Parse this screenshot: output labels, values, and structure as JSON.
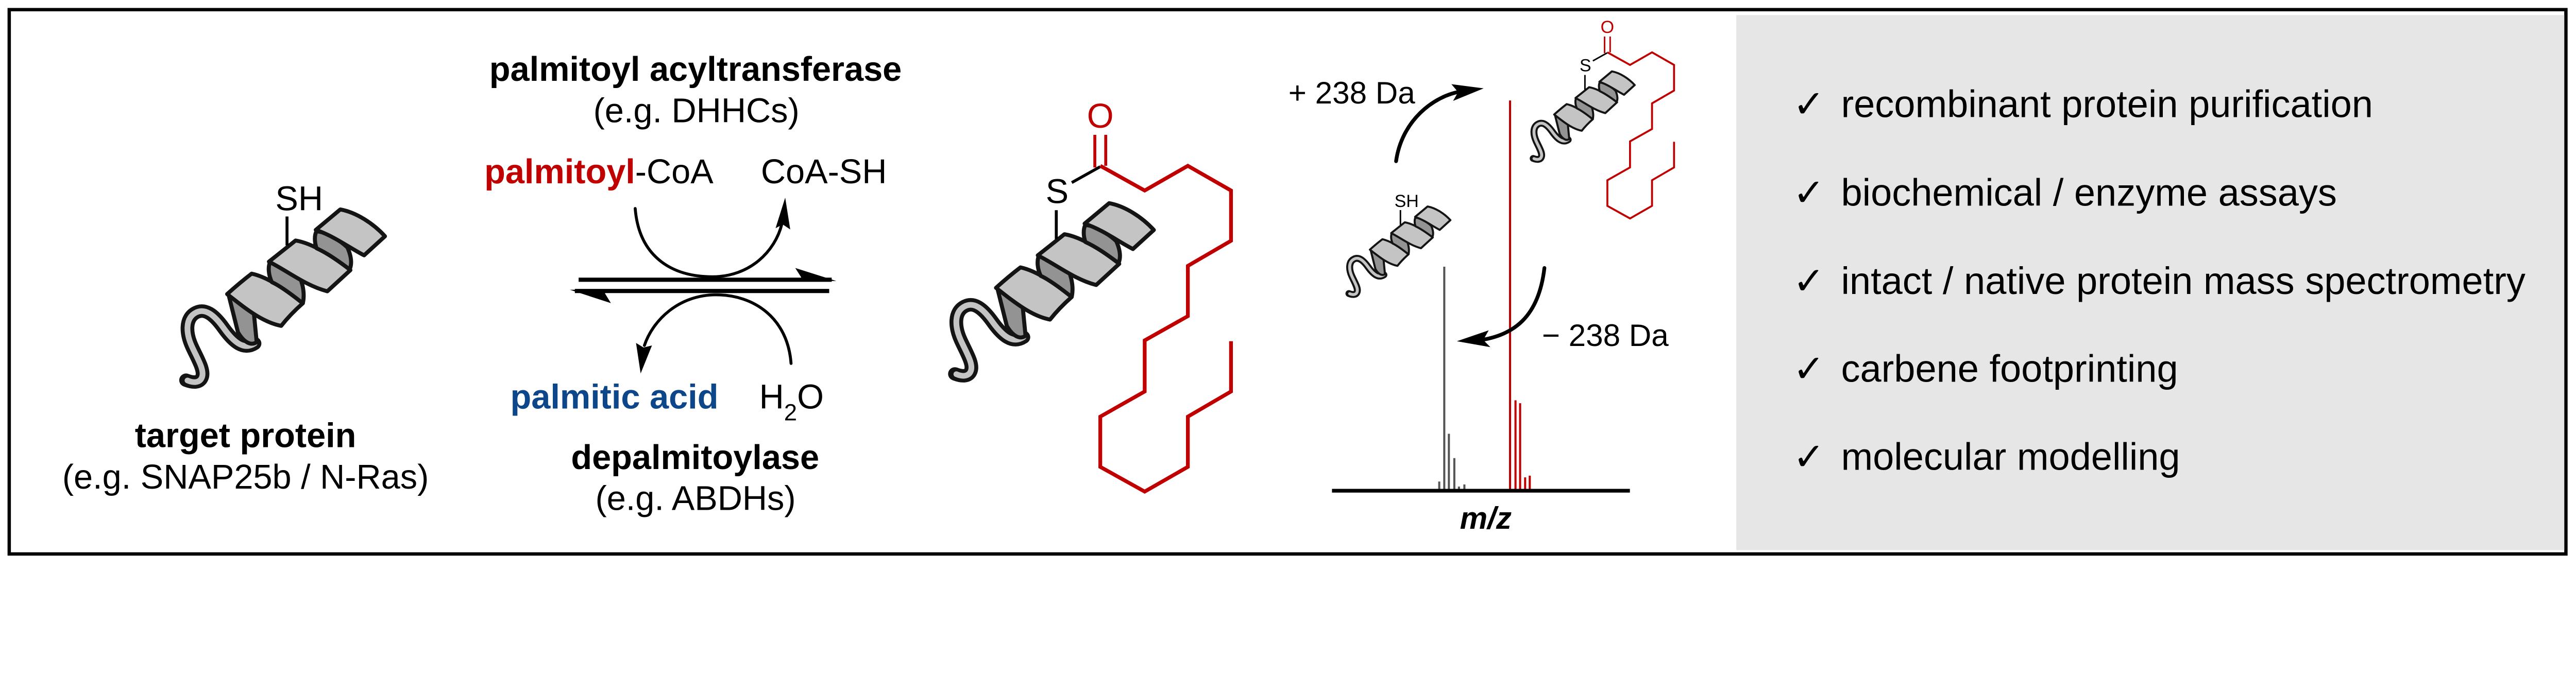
{
  "target": {
    "thiol": "SH",
    "title": "target protein",
    "example": "(e.g. SNAP25b / N-Ras)"
  },
  "forward": {
    "enzyme": "palmitoyl acyltransferase",
    "example": "(e.g. DHHCs)",
    "substrate_colored": "palmitoyl",
    "substrate_rest": "-CoA",
    "product": "CoA-SH"
  },
  "reverse": {
    "product": "palmitic acid",
    "reagent_parts": [
      "H",
      "2",
      "O"
    ],
    "enzyme": "depalmitoylase",
    "example": "(e.g. ABDHs)"
  },
  "palmitoylated": {
    "sulfur": "S",
    "oxygen": "O"
  },
  "spectrum": {
    "mass_gain": "+ 238 Da",
    "mass_loss": "− 238 Da",
    "x_axis_label": "m/z",
    "small_thiol": "SH",
    "small_sulfur": "S",
    "small_oxygen": "O"
  },
  "methods": {
    "check_icon": "check-mark",
    "check_glyph": "✓",
    "items": [
      "recombinant protein purification",
      "biochemical / enzyme assays",
      "intact / native protein mass spectrometry",
      "carbene footprinting",
      "molecular modelling"
    ]
  },
  "colors": {
    "palmitoyl_red": "#c00000",
    "palmitic_blue": "#0d4689",
    "panel_gray": "#e6e6e6",
    "helix_light": "#c4c4c4",
    "helix_dark": "#939393"
  }
}
